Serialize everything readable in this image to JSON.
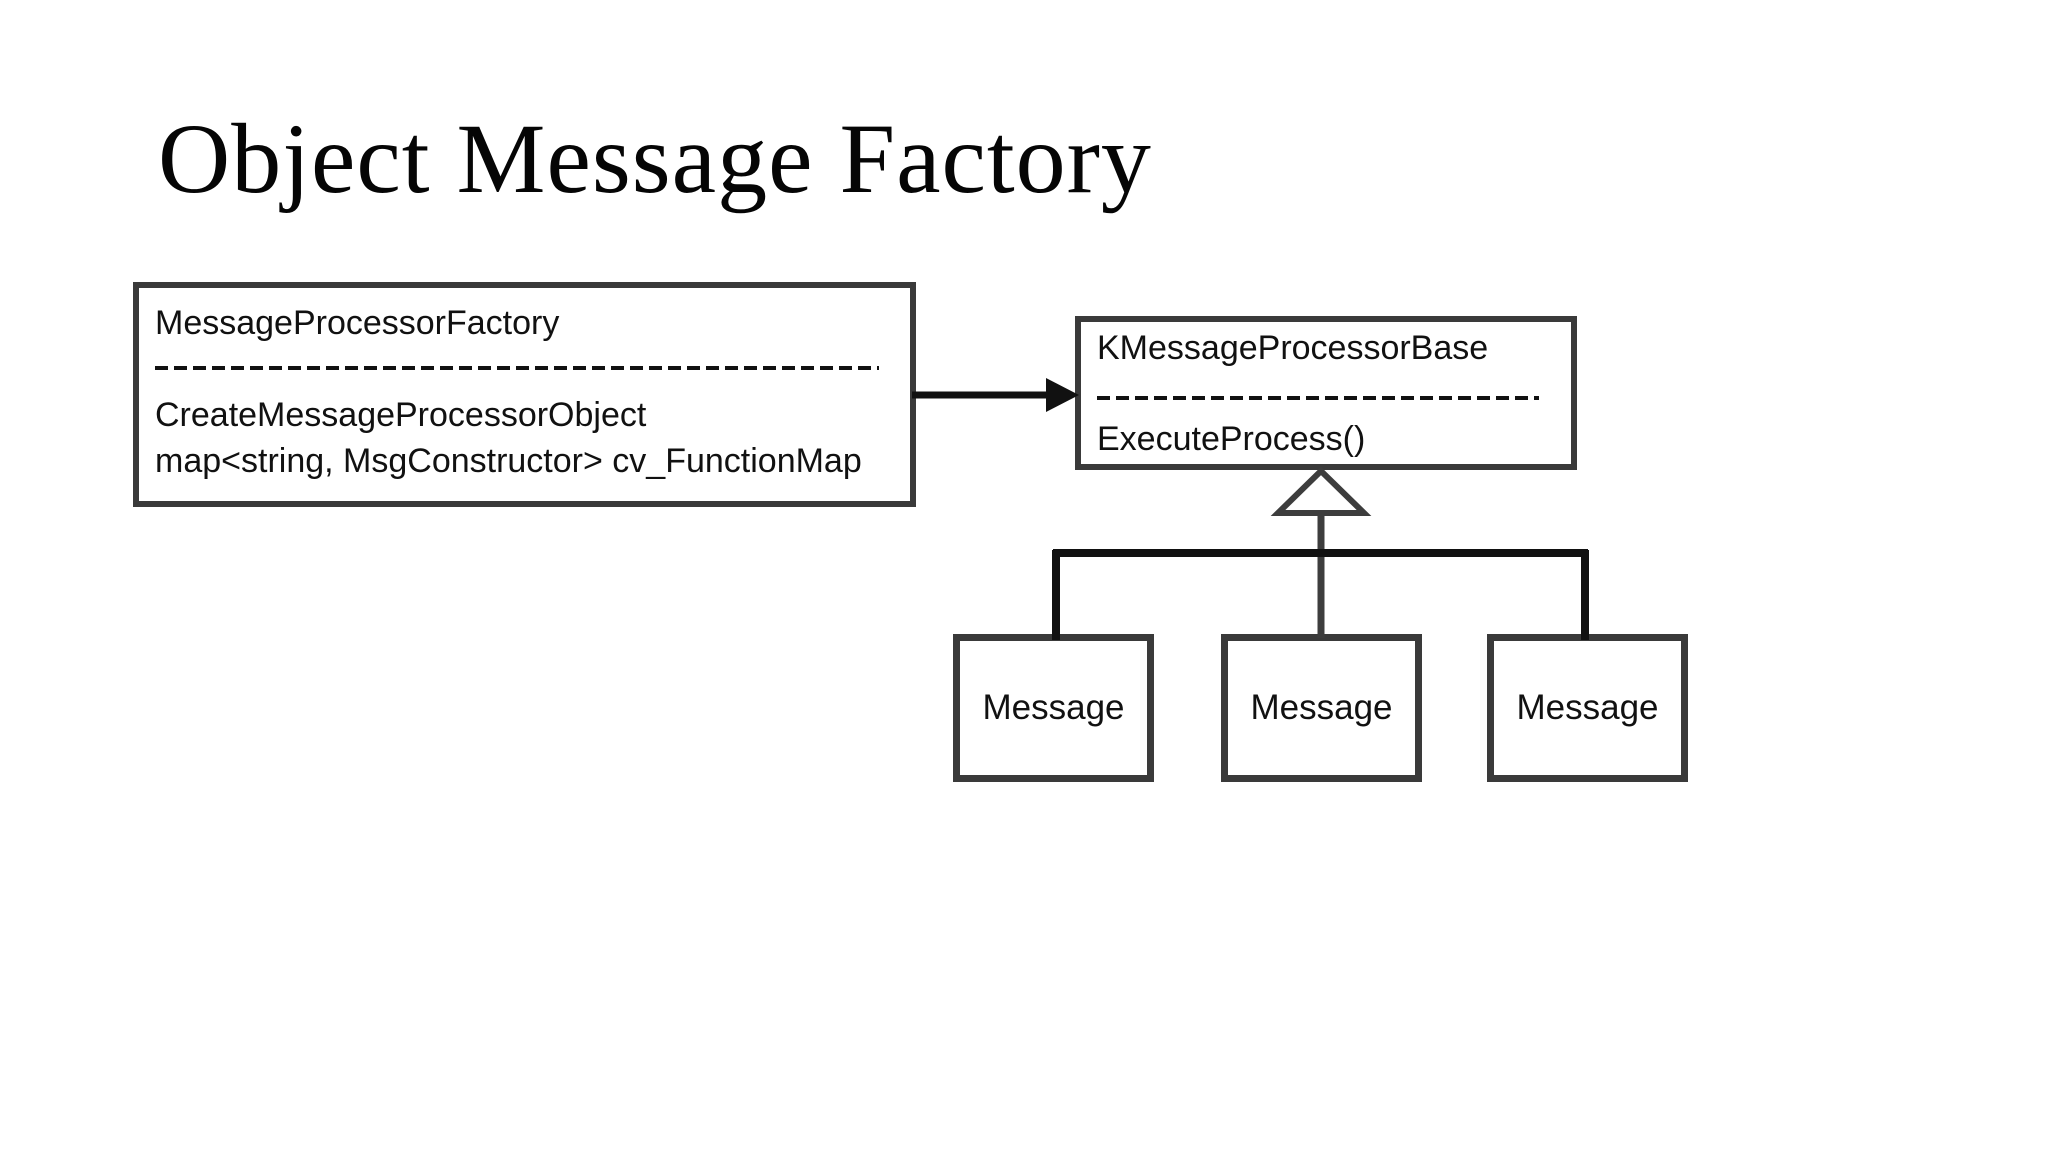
{
  "slide": {
    "title": "Object Message Factory"
  },
  "diagram": {
    "factory_class": {
      "name": "MessageProcessorFactory",
      "members": [
        "CreateMessageProcessorObject",
        "map<string, MsgConstructor> cv_FunctionMap"
      ]
    },
    "base_class": {
      "name": "KMessageProcessorBase",
      "members": [
        "ExecuteProcess()"
      ]
    },
    "subclasses": [
      {
        "label": "Message"
      },
      {
        "label": "Message"
      },
      {
        "label": "Message"
      }
    ],
    "colors": {
      "background": "#ffffff",
      "box_border": "#3a3a3a",
      "connector": "#111111",
      "inheritance_outline": "#3d3d3d",
      "text": "#111111"
    }
  }
}
